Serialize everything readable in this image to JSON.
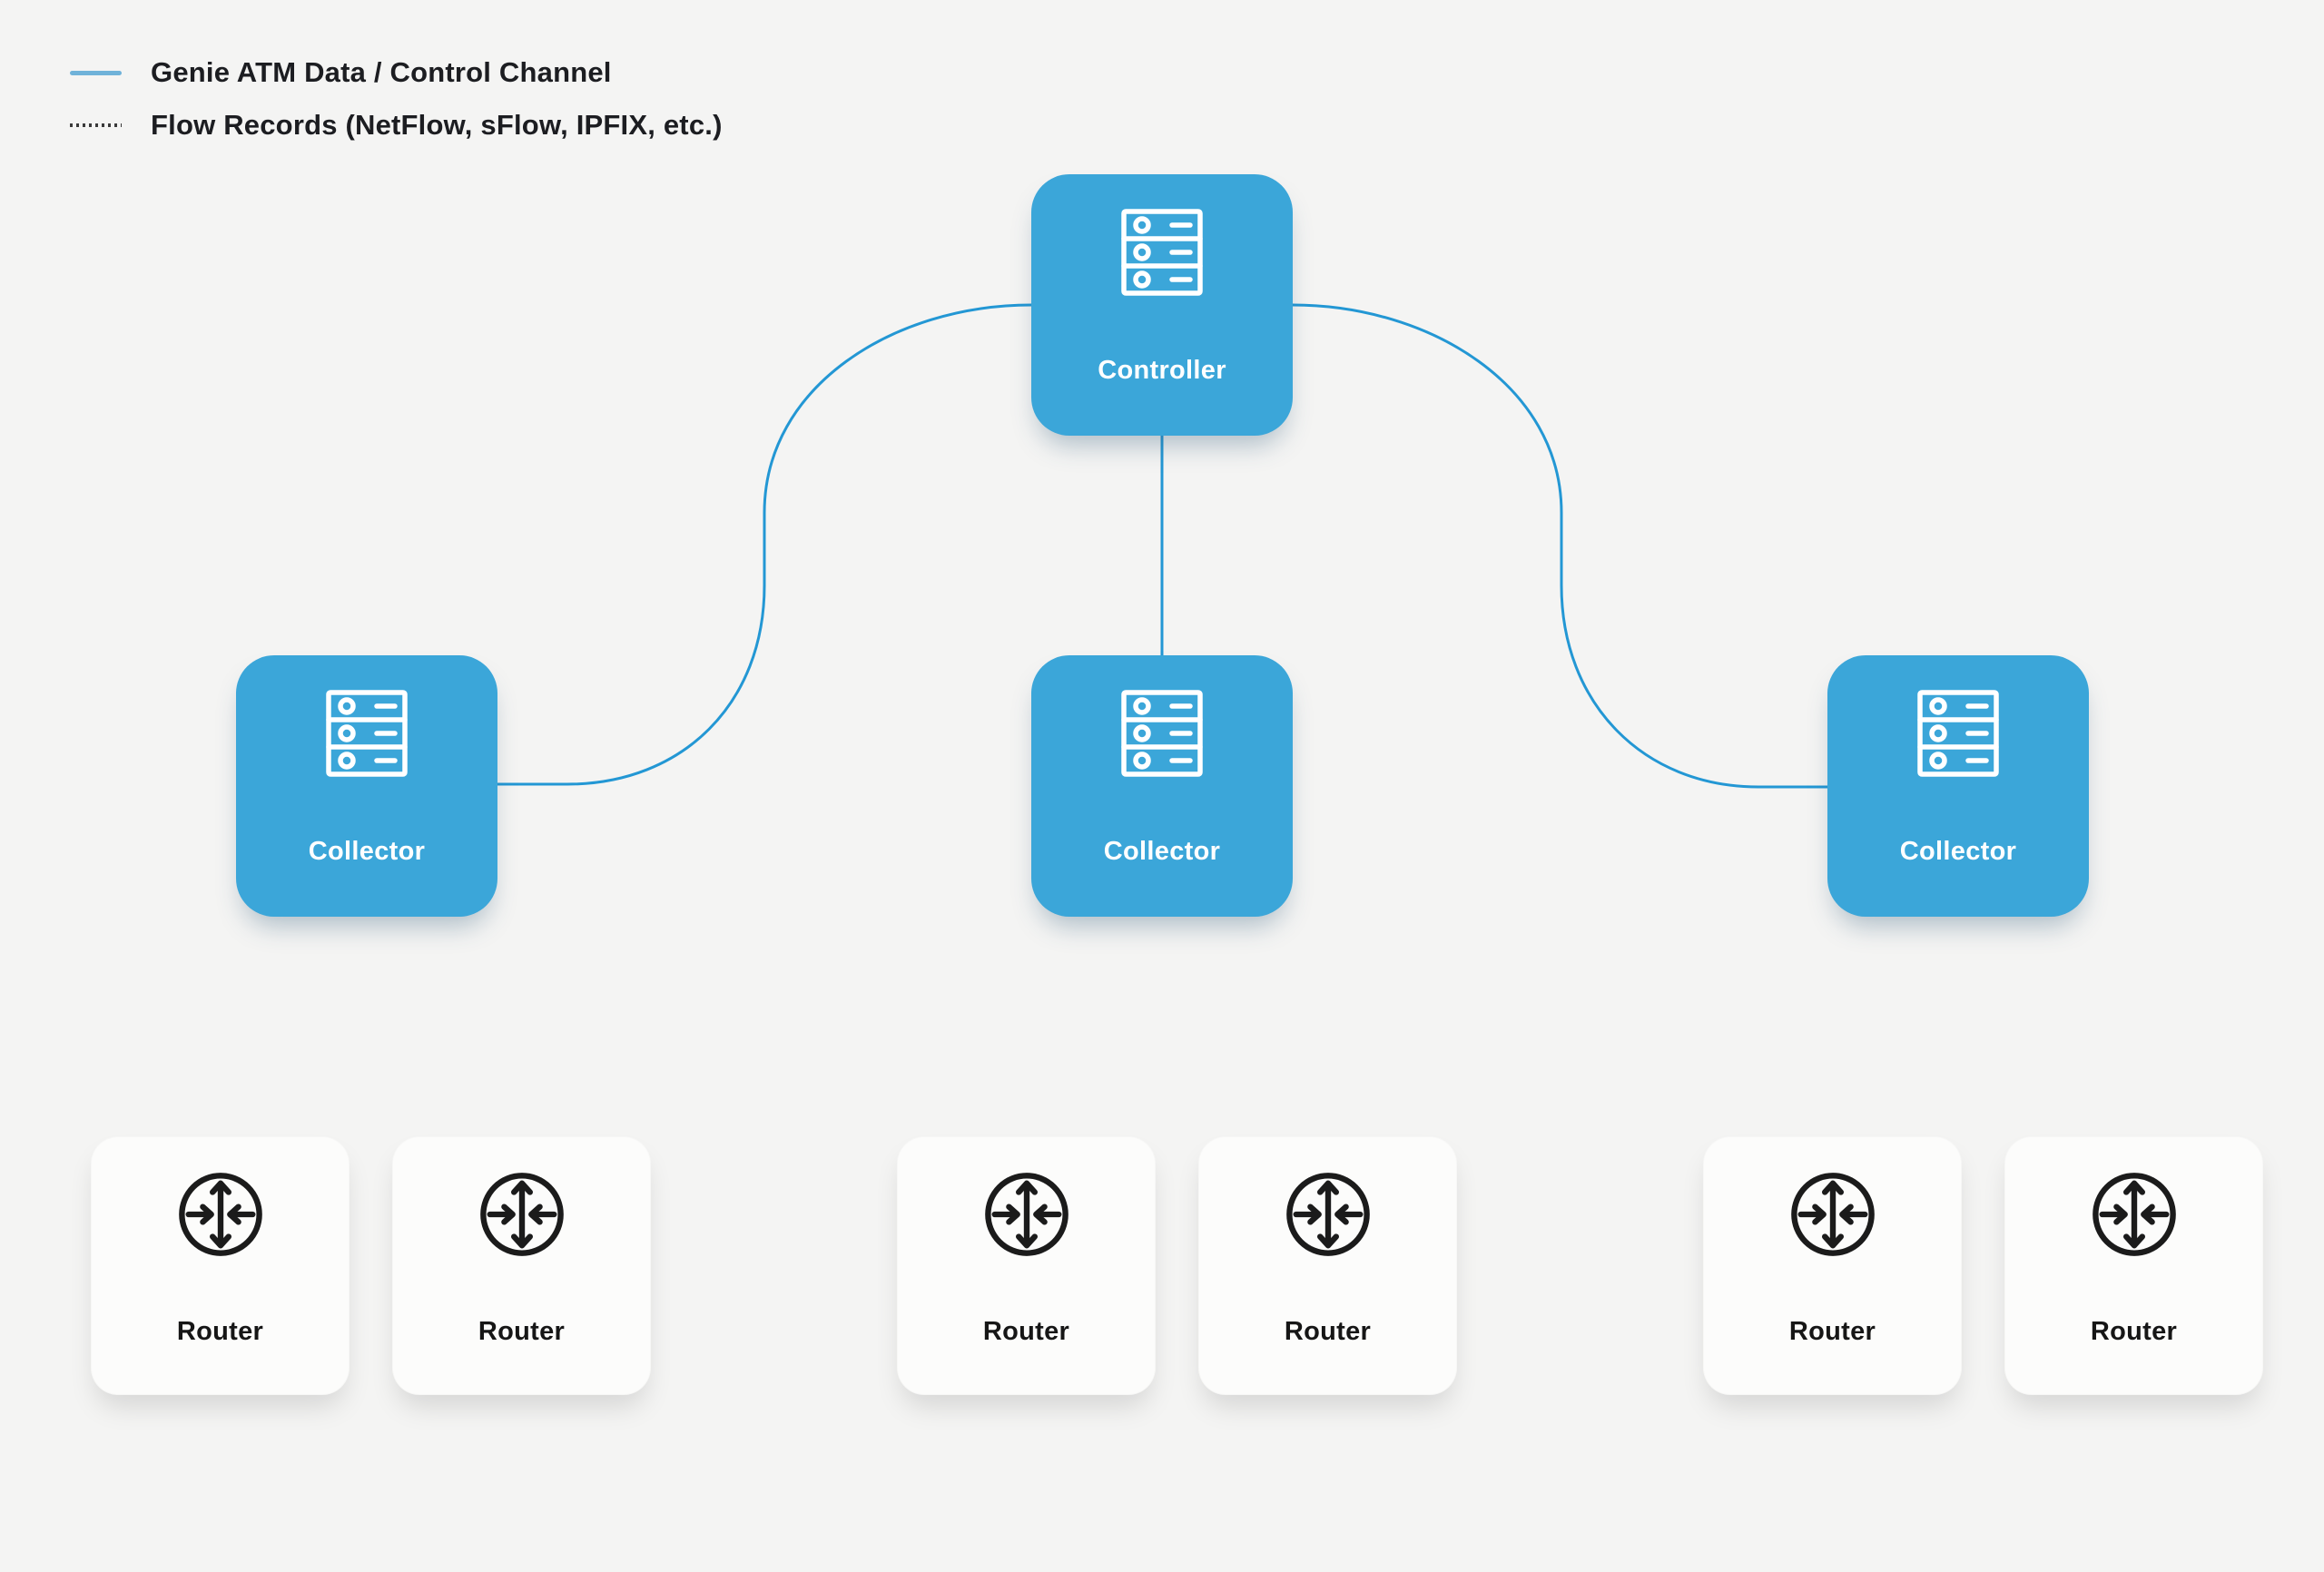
{
  "legend": {
    "items": [
      {
        "id": "genie-atm-channel",
        "label": "Genie ATM Data / Control Channel",
        "swatch": "solid-line",
        "swatch_color": "#6fb2d9"
      },
      {
        "id": "flow-records",
        "label": "Flow Records (NetFlow, sFlow, IPFIX, etc.)",
        "swatch": "dotted-line",
        "swatch_color": "#3a3a3a"
      }
    ]
  },
  "nodes": {
    "controller": {
      "label": "Controller",
      "icon": "server-icon"
    },
    "collectors": [
      {
        "label": "Collector",
        "icon": "server-icon"
      },
      {
        "label": "Collector",
        "icon": "server-icon"
      },
      {
        "label": "Collector",
        "icon": "server-icon"
      }
    ],
    "routers": [
      {
        "label": "Router",
        "icon": "router-icon"
      },
      {
        "label": "Router",
        "icon": "router-icon"
      },
      {
        "label": "Router",
        "icon": "router-icon"
      },
      {
        "label": "Router",
        "icon": "router-icon"
      },
      {
        "label": "Router",
        "icon": "router-icon"
      },
      {
        "label": "Router",
        "icon": "router-icon"
      }
    ]
  },
  "connections": [
    {
      "from": "controller",
      "to": "collector-left",
      "type": "Genie ATM Data / Control Channel",
      "style": "solid"
    },
    {
      "from": "controller",
      "to": "collector-mid",
      "type": "Genie ATM Data / Control Channel",
      "style": "solid"
    },
    {
      "from": "controller",
      "to": "collector-right",
      "type": "Genie ATM Data / Control Channel",
      "style": "solid"
    }
  ],
  "colors": {
    "background": "#f4f4f3",
    "node_blue": "#3ba6d9",
    "link_blue": "#2397d4",
    "router_bg": "#fcfcfb",
    "text_dark": "#1c1d21",
    "node_text_light": "#ffffff"
  }
}
